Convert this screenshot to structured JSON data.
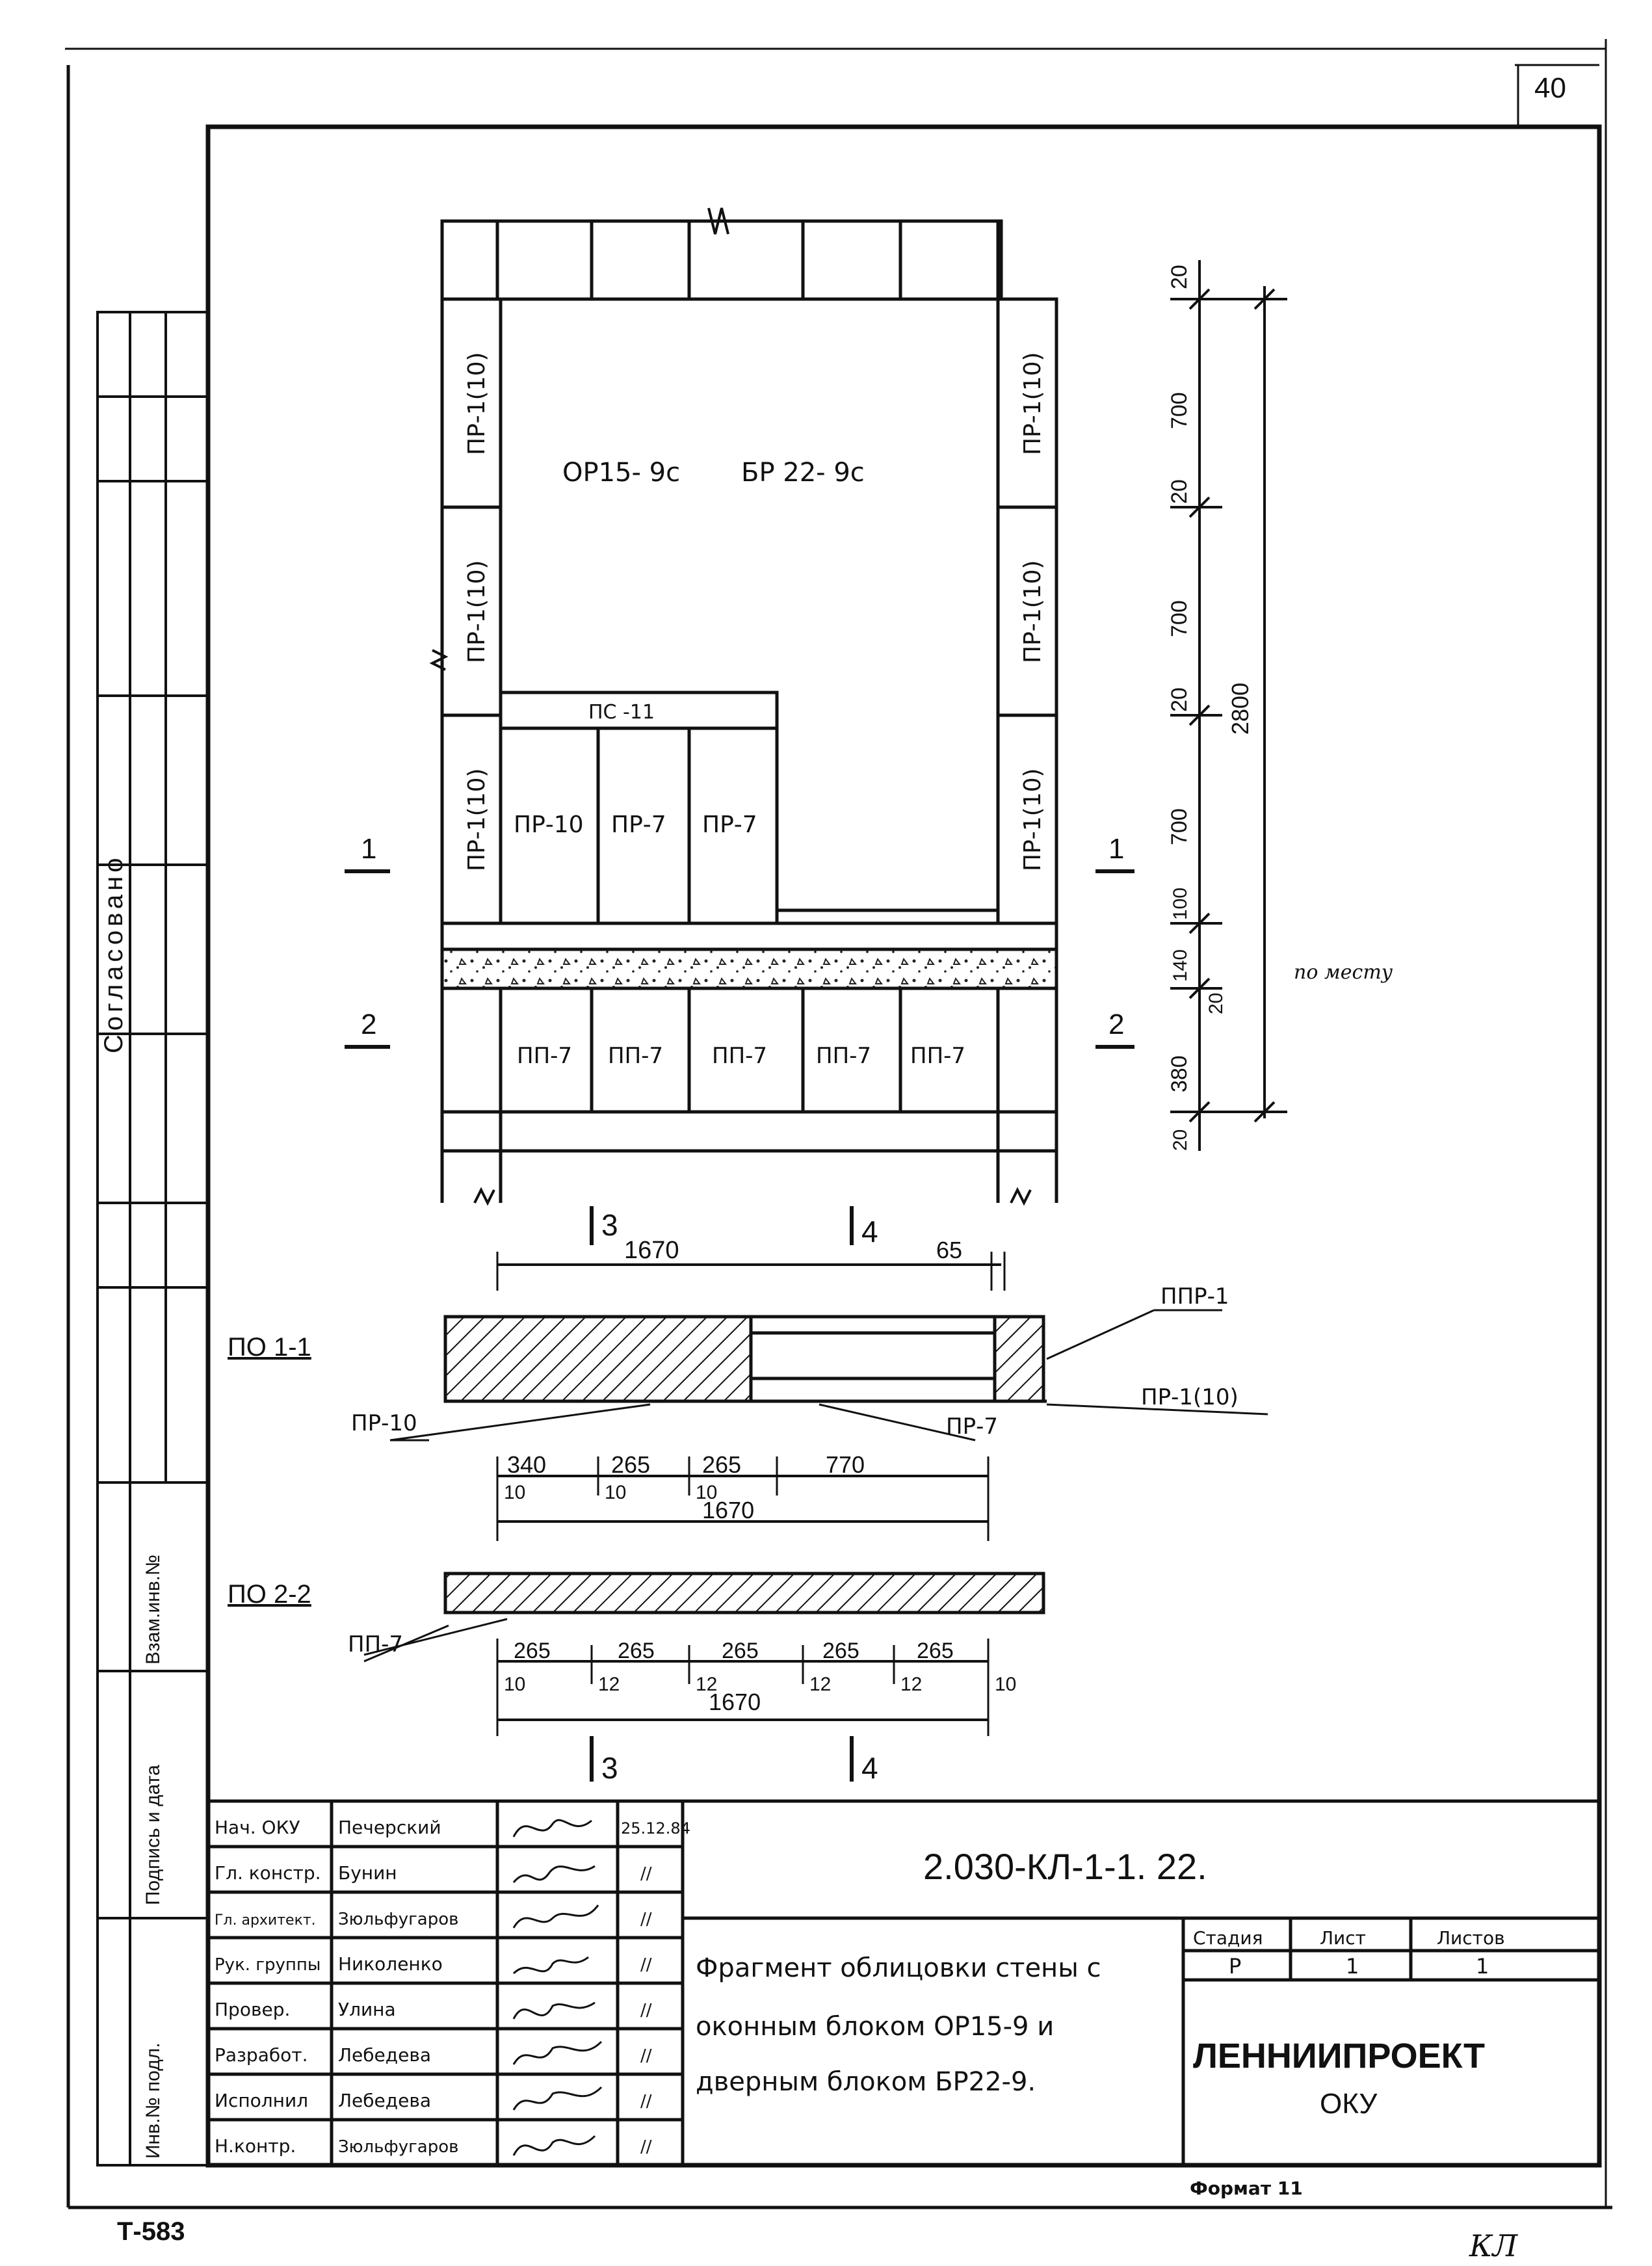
{
  "sheet_number_corner": "40",
  "side_stamp": {
    "agreed": "Согласовано",
    "swap_inv": "Взам.инв.№",
    "sign_date": "Подпись и дата",
    "inv_orig": "Инв.№ подл."
  },
  "elevation": {
    "window_label": "ОР15- 9с",
    "door_label": "БР 22- 9с",
    "lintel": "ПС -11",
    "pier_left": [
      "ПР-1(10)",
      "ПР-1(10)",
      "ПР-1(10)"
    ],
    "pier_right": [
      "ПР-1(10)",
      "ПР-1(10)",
      "ПР-1(10)"
    ],
    "under_window": [
      "ПР-10",
      "ПР-7",
      "ПР-7"
    ],
    "bottom_row": [
      "ПП-7",
      "ПП-7",
      "ПП-7",
      "ПП-7",
      "ПП-7"
    ],
    "section_mark_1": "1",
    "section_mark_2": "2",
    "axis_3": "3",
    "axis_4": "4",
    "floor_note": "по месту",
    "dims_vertical": [
      "20",
      "700",
      "20",
      "700",
      "20",
      "700",
      "100",
      "140",
      "20",
      "380",
      "20"
    ],
    "dim_total": "2800",
    "dim_top_width": "1670",
    "dim_65": "65"
  },
  "section_1": {
    "title": "ПО 1-1",
    "callouts": [
      "ППР-1",
      "ПР-1(10)",
      "ПР-7",
      "ПР-10"
    ],
    "dims_top": [
      "340",
      "265",
      "265",
      "770"
    ],
    "dims_small": [
      "10",
      "10",
      "10"
    ],
    "dim_total": "1670"
  },
  "section_2": {
    "title": "ПО 2-2",
    "callout": "ПП-7",
    "dims_top": [
      "265",
      "265",
      "265",
      "265",
      "265"
    ],
    "dims_small": [
      "10",
      "12",
      "12",
      "12",
      "12",
      "10"
    ],
    "dim_total": "1670",
    "axis_3": "3",
    "axis_4": "4"
  },
  "title_block": {
    "code": "2.030-КЛ-1-1. 22.",
    "roles": [
      "Нач. ОКУ",
      "Гл. констр.",
      "Гл. архитект.",
      "Рук. группы",
      "Провер.",
      "Разработ.",
      "Исполнил",
      "Н.контр."
    ],
    "names": [
      "Печерский",
      "Бунин",
      "Зюльфугаров",
      "Николенко",
      "Улина",
      "Лебедева",
      "Лебедева",
      "Зюльфугаров"
    ],
    "dates": [
      "25.12.84",
      "//",
      "//",
      "//",
      "//",
      "//",
      "//",
      "//"
    ],
    "description": [
      "Фрагмент облицовки стены с",
      "оконным блоком ОР15-9 и",
      "дверным блоком БР22-9."
    ],
    "stage_header": "Стадия",
    "sheet_header": "Лист",
    "sheets_header": "Листов",
    "stage_value": "Р",
    "sheet_value": "1",
    "sheets_value": "1",
    "org": "ЛЕННИИПРОЕКТ",
    "org_sub": "ОКУ",
    "format": "Формат 11"
  },
  "archive_number": "Т-583",
  "corner_mark": "КЛ"
}
